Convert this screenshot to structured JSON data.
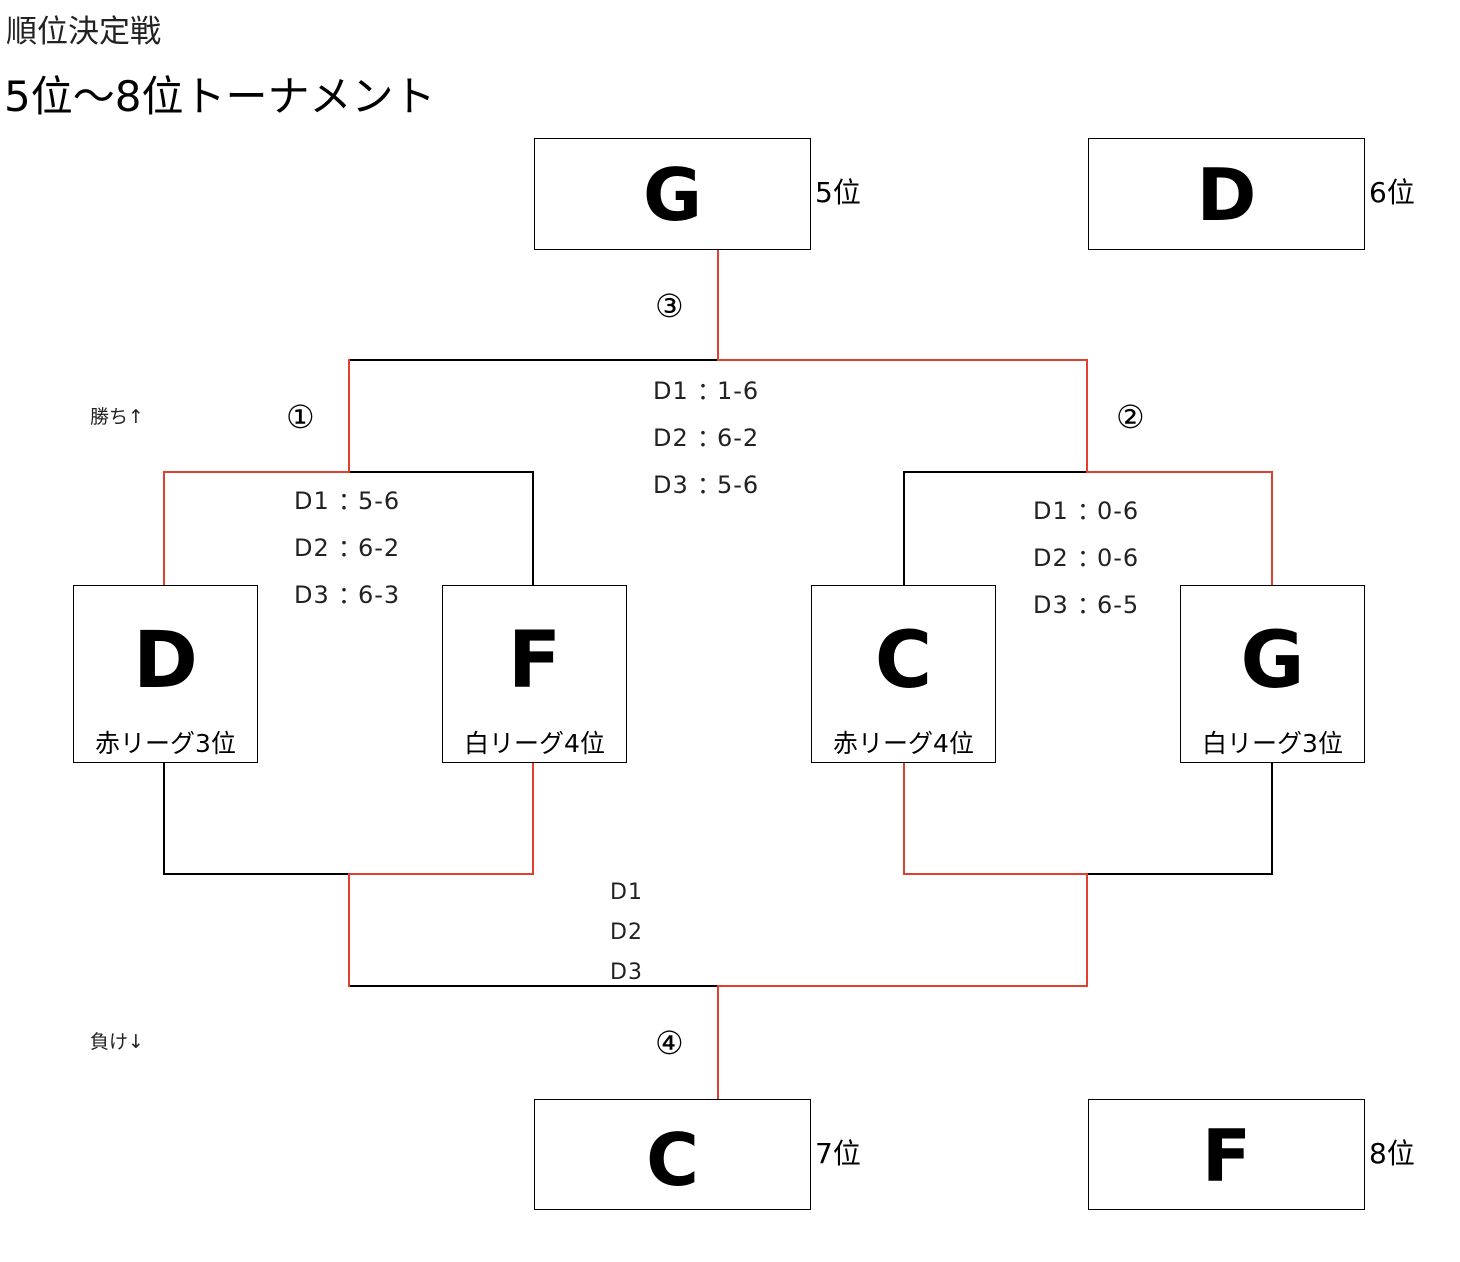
{
  "header": {
    "subtitle": "順位決定戦",
    "title": "5位〜8位トーナメント"
  },
  "colors": {
    "winner_line": "#e0402f",
    "line": "#000000"
  },
  "teams": [
    {
      "letter": "D",
      "label": "赤リーグ3位"
    },
    {
      "letter": "F",
      "label": "白リーグ4位"
    },
    {
      "letter": "C",
      "label": "赤リーグ4位"
    },
    {
      "letter": "G",
      "label": "白リーグ3位"
    }
  ],
  "results": {
    "fifth": {
      "letter": "G",
      "rank": "5位"
    },
    "sixth": {
      "letter": "D",
      "rank": "6位"
    },
    "seventh": {
      "letter": "C",
      "rank": "7位"
    },
    "eighth": {
      "letter": "F",
      "rank": "8位"
    }
  },
  "matches": {
    "m1": {
      "number": "①",
      "scores": [
        {
          "game": "D1",
          "sep": "：",
          "score": "5-6"
        },
        {
          "game": "D2",
          "sep": "：",
          "score": "6-2"
        },
        {
          "game": "D3",
          "sep": "：",
          "score": "6-3"
        }
      ]
    },
    "m2": {
      "number": "②",
      "scores": [
        {
          "game": "D1",
          "sep": "：",
          "score": "0-6"
        },
        {
          "game": "D2",
          "sep": "：",
          "score": "0-6"
        },
        {
          "game": "D3",
          "sep": "：",
          "score": "6-5"
        }
      ]
    },
    "m3": {
      "number": "③",
      "scores": [
        {
          "game": "D1",
          "sep": "：",
          "score": "1-6"
        },
        {
          "game": "D2",
          "sep": "：",
          "score": "6-2"
        },
        {
          "game": "D3",
          "sep": "：",
          "score": "5-6"
        }
      ]
    },
    "m4": {
      "number": "④",
      "scores": [
        {
          "game": "D1"
        },
        {
          "game": "D2"
        },
        {
          "game": "D3"
        }
      ]
    }
  },
  "legend": {
    "win": "勝ち↑",
    "lose": "負け↓"
  }
}
